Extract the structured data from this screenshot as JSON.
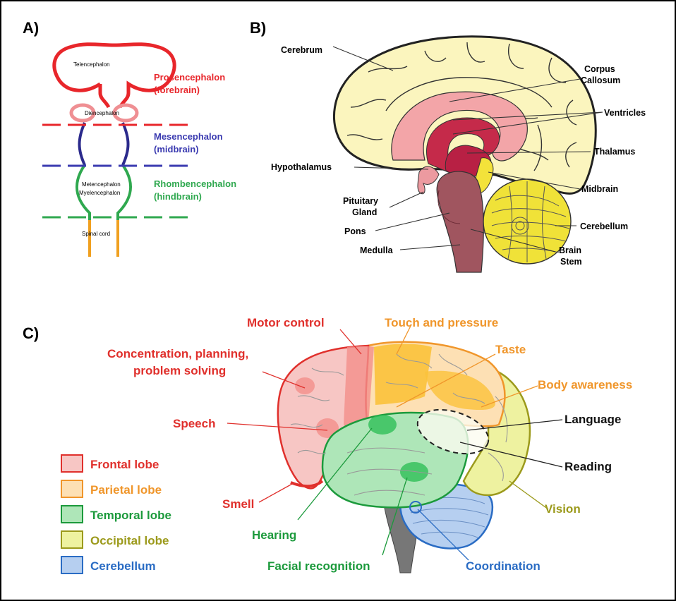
{
  "panels": {
    "a": {
      "label": "A)",
      "regions": [
        {
          "name": "Prosencephalon",
          "sub": "(forebrain)",
          "color": "#e8262b"
        },
        {
          "name": "Mesencephalon",
          "sub": "(midbrain)",
          "color": "#3a3ab0"
        },
        {
          "name": "Rhombencephalon",
          "sub": "(hindbrain)",
          "color": "#2fa84f"
        }
      ],
      "parts": [
        "Telencephalon",
        "Diencephalon",
        "Metencephalon",
        "Myelencephalon",
        "Spinal cord"
      ]
    },
    "b": {
      "label": "B)",
      "labels": {
        "cerebrum": "Cerebrum",
        "corpus1": "Corpus",
        "corpus2": "Callosum",
        "ventricles": "Ventricles",
        "thalamus": "Thalamus",
        "hypothalamus": "Hypothalamus",
        "midbrain": "Midbrain",
        "pituitary1": "Pituitary",
        "pituitary2": "Gland",
        "pons": "Pons",
        "cerebellum": "Cerebellum",
        "medulla": "Medulla",
        "brain": "Brain",
        "stem": "Stem"
      }
    },
    "c": {
      "label": "C)",
      "functions": {
        "motor": "Motor control",
        "touch": "Touch and pressure",
        "conc1": "Concentration, planning,",
        "conc2": "problem solving",
        "taste": "Taste",
        "body": "Body awareness",
        "language": "Language",
        "speech": "Speech",
        "reading": "Reading",
        "smell": "Smell",
        "vision": "Vision",
        "hearing": "Hearing",
        "facial": "Facial recognition",
        "coordination": "Coordination"
      },
      "legend": [
        {
          "label": "Frontal lobe",
          "color": "#e0302c",
          "fill": "#f7c6c4"
        },
        {
          "label": "Parietal lobe",
          "color": "#f0962b",
          "fill": "#fde0b4"
        },
        {
          "label": "Temporal lobe",
          "color": "#1c9a3c",
          "fill": "#aee6b8"
        },
        {
          "label": "Occipital lobe",
          "color": "#9c9a1c",
          "fill": "#eef2a0"
        },
        {
          "label": "Cerebellum",
          "color": "#2a6cc4",
          "fill": "#b6cff0"
        }
      ]
    }
  }
}
